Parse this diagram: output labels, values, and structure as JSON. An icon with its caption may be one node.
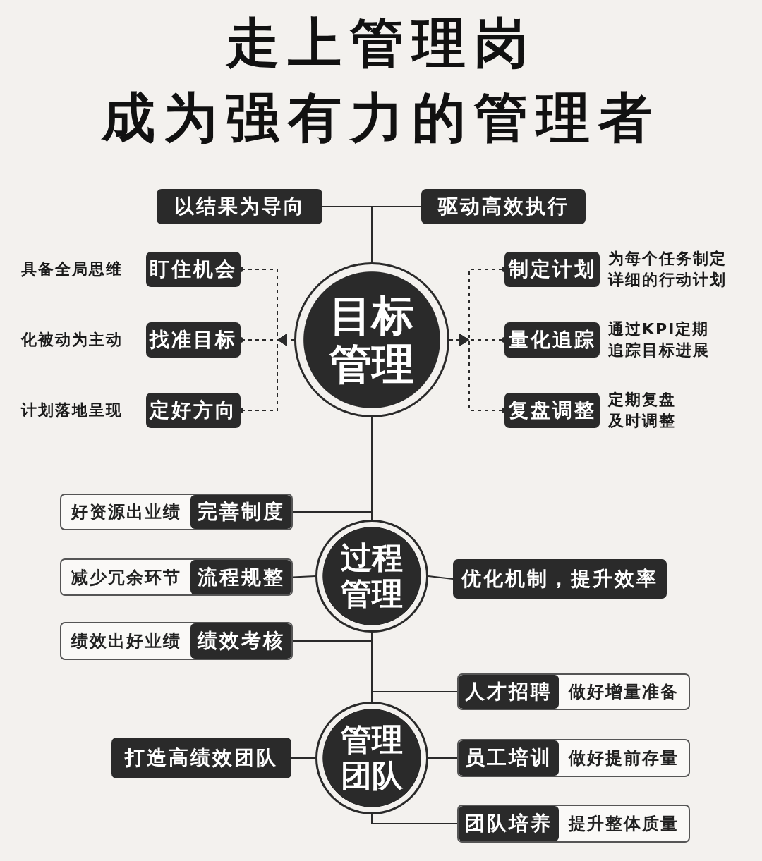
{
  "diagram": {
    "title": "走上管理岗成为强有力的管理者",
    "nodes": [
      {
        "text": [
          "以结果为导向"
        ]
      },
      {
        "text": [
          "驱动高效执行"
        ]
      },
      {
        "text": [
          "目标管理"
        ]
      },
      {
        "text": [
          "盯住机会"
        ],
        "beside": [
          "具备全局思维"
        ]
      },
      {
        "text": [
          "找准目标"
        ],
        "beside": [
          "化被动为主动"
        ]
      },
      {
        "text": [
          "定好方向"
        ],
        "beside": [
          "计划落地呈现"
        ]
      },
      {
        "text": [
          "制定计划"
        ],
        "beside": [
          "为每个任务制定详细的行动计划"
        ]
      },
      {
        "text": [
          "量化追踪"
        ],
        "beside": [
          "通过KPI定期追踪目标进展"
        ]
      },
      {
        "text": [
          "复盘调整"
        ],
        "beside": [
          "定期复盘及时调整"
        ]
      },
      {
        "text": [
          "过程管理"
        ]
      },
      {
        "text": [
          "好资源出业绩",
          "完善制度"
        ]
      },
      {
        "text": [
          "减少冗余环节",
          "流程规整"
        ]
      },
      {
        "text": [
          "绩效出好业绩",
          "绩效考核"
        ]
      },
      {
        "text": [
          "优化机制，提升效率"
        ]
      },
      {
        "text": [
          "管理团队"
        ]
      },
      {
        "text": [
          "打造高绩效团队"
        ]
      },
      {
        "text": [
          "人才招聘",
          "做好增量准备"
        ]
      },
      {
        "text": [
          "员工培训",
          "做好提前存量"
        ]
      },
      {
        "text": [
          "团队培养",
          "提升整体质量"
        ]
      }
    ],
    "edges": [
      {
        "from": 2,
        "to": 0,
        "arrow": "none"
      },
      {
        "from": 2,
        "to": 1,
        "arrow": "none"
      },
      {
        "from": 2,
        "to": 3,
        "arrow": "to",
        "style": "dashed"
      },
      {
        "from": 2,
        "to": 4,
        "arrow": "to",
        "style": "dashed"
      },
      {
        "from": 2,
        "to": 5,
        "arrow": "to",
        "style": "dashed"
      },
      {
        "from": 2,
        "to": 6,
        "arrow": "to",
        "style": "dashed"
      },
      {
        "from": 2,
        "to": 7,
        "arrow": "to",
        "style": "dashed"
      },
      {
        "from": 2,
        "to": 8,
        "arrow": "to",
        "style": "dashed"
      },
      {
        "from": 2,
        "to": 9,
        "arrow": "none"
      },
      {
        "from": 10,
        "to": 9,
        "arrow": "none"
      },
      {
        "from": 11,
        "to": 9,
        "arrow": "none"
      },
      {
        "from": 12,
        "to": 9,
        "arrow": "none"
      },
      {
        "from": 9,
        "to": 13,
        "arrow": "none"
      },
      {
        "from": 9,
        "to": 14,
        "arrow": "none"
      },
      {
        "from": 14,
        "to": 16,
        "arrow": "none"
      },
      {
        "from": 14,
        "to": 15,
        "arrow": "none"
      },
      {
        "from": 14,
        "to": 17,
        "arrow": "none"
      },
      {
        "from": 14,
        "to": 18,
        "arrow": "none"
      }
    ]
  }
}
